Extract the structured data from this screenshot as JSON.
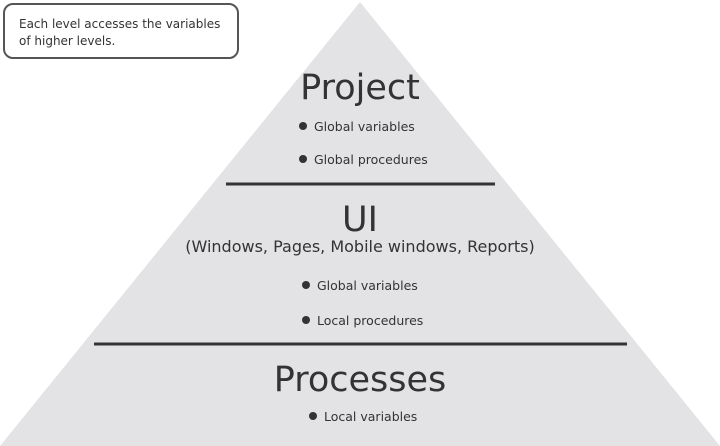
{
  "note": "Each level accesses the variables of higher levels.",
  "levels": {
    "project": {
      "title": "Project",
      "items": [
        "Global variables",
        "Global procedures"
      ]
    },
    "ui": {
      "title": "UI",
      "subtitle": "(Windows, Pages, Mobile windows, Reports)",
      "items": [
        "Global variables",
        "Local procedures"
      ]
    },
    "processes": {
      "title": "Processes",
      "items": [
        "Local variables"
      ]
    }
  },
  "colors": {
    "pyramid_fill": "#e3e3e6",
    "divider": "#333333",
    "text": "#333333"
  }
}
